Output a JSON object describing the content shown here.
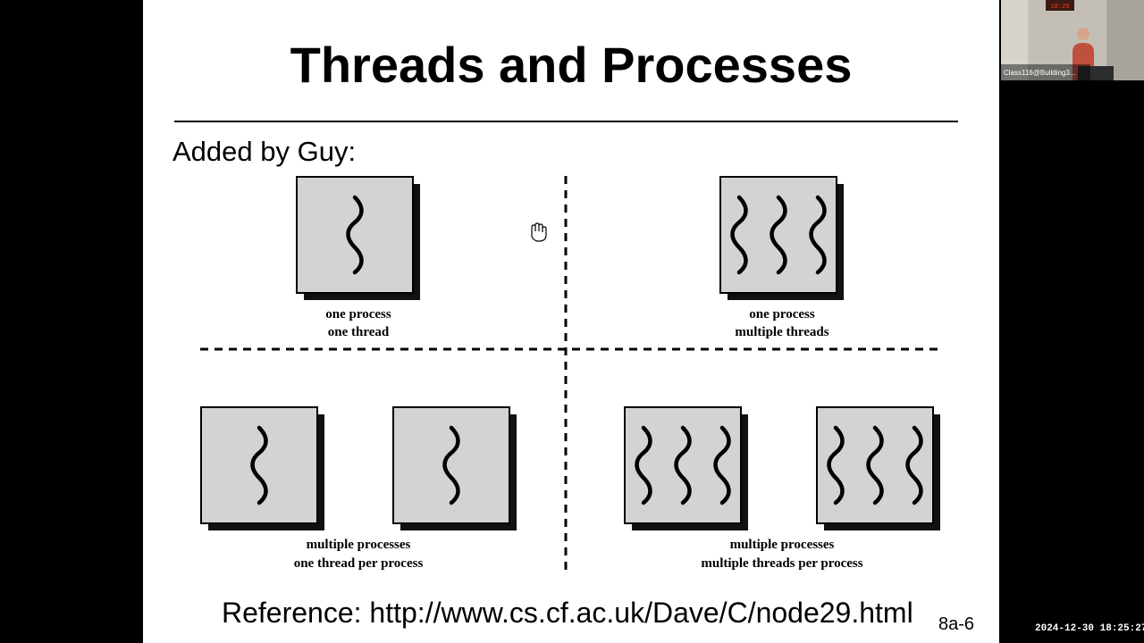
{
  "slide": {
    "title": "Threads and Processes",
    "added_by": "Added by Guy:",
    "reference": "Reference: http://www.cs.cf.ac.uk/Dave/C/node29.html",
    "slide_number": "8a-6"
  },
  "diagram": {
    "quadrants": [
      {
        "caption_line1": "one process",
        "caption_line2": "one thread",
        "processes": 1,
        "threads_per_process": 1
      },
      {
        "caption_line1": "one process",
        "caption_line2": "multiple threads",
        "processes": 1,
        "threads_per_process": 3
      },
      {
        "caption_line1": "multiple processes",
        "caption_line2": "one thread per process",
        "processes": 2,
        "threads_per_process": 1
      },
      {
        "caption_line1": "multiple processes",
        "caption_line2": "multiple threads per process",
        "processes": 2,
        "threads_per_process": 3
      }
    ]
  },
  "webcam": {
    "label": "Class116@Building3...",
    "clock": "18:25"
  },
  "recording": {
    "timestamp": "2024-12-30 18:25:27"
  },
  "colors": {
    "slide_bg": "#ffffff",
    "frame_bg": "#000000",
    "box_fill": "#d3d3d3",
    "box_shadow": "#111111"
  }
}
